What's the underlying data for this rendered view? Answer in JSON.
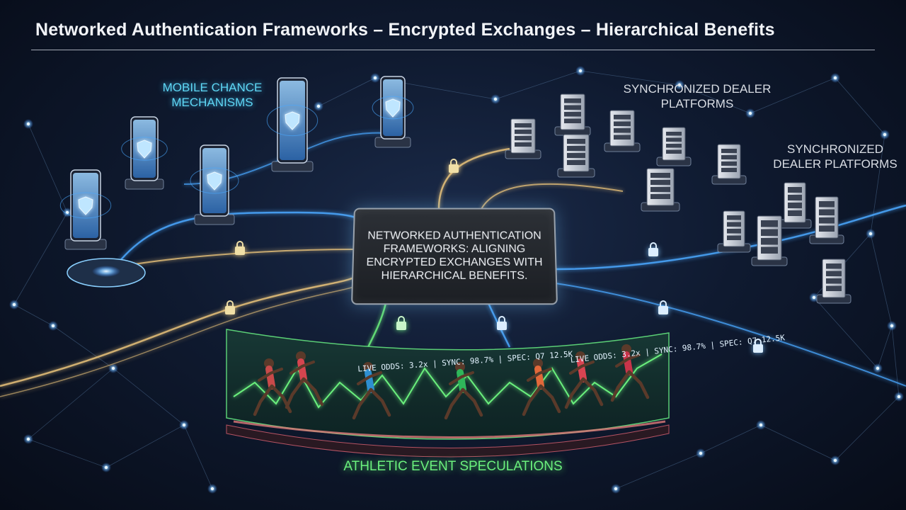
{
  "title": "Networked Authentication Frameworks – Encrypted Exchanges – Hierarchical Benefits",
  "labels": {
    "mobile": "Mobile Chance Mechanisms",
    "dealer_top": "Synchronized Dealer Platforms",
    "dealer_right": "Synchronized Dealer Platforms",
    "athletic": "Athletic Event Speculations"
  },
  "center_panel": {
    "text": "Networked Authentication Frameworks: Aligning Encrypted Exchanges with Hierarchical Benefits."
  },
  "tickers": {
    "left": "LIVE ODDS: 3.2x | SYNC: 98.7% | SPEC: Q7 12.5K",
    "right": "LIVE ODDS: 3.2x | SYNC: 98.7% | SPEC: Q7 12.5K"
  },
  "icons": {
    "shield": "shield-icon",
    "lock": "lock-icon",
    "server": "server-rack-icon",
    "phone": "smartphone-icon",
    "runner": "runner-figure"
  },
  "colors": {
    "background": "#0b1222",
    "mobile_accent": "#5fd8f5",
    "athletic_accent": "#6bf07d",
    "dealer_text": "#d9dde4",
    "gold_stream": "#e8c27a",
    "blue_stream": "#4aa8ff"
  }
}
